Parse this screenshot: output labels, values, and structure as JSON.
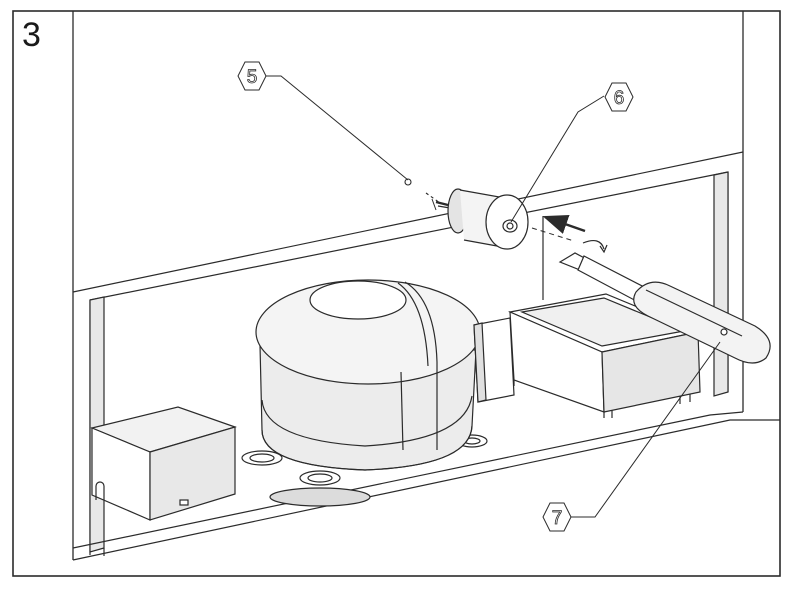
{
  "step": {
    "number": "3"
  },
  "callouts": [
    {
      "label": "5",
      "part": "screw"
    },
    {
      "label": "6",
      "part": "relay-cover"
    },
    {
      "label": "7",
      "part": "screwdriver"
    }
  ],
  "colors": {
    "stroke": "#2b2b2b",
    "paper": "#ffffff",
    "shade": "#e6e6e6",
    "shade_dark": "#cfcfcf"
  }
}
